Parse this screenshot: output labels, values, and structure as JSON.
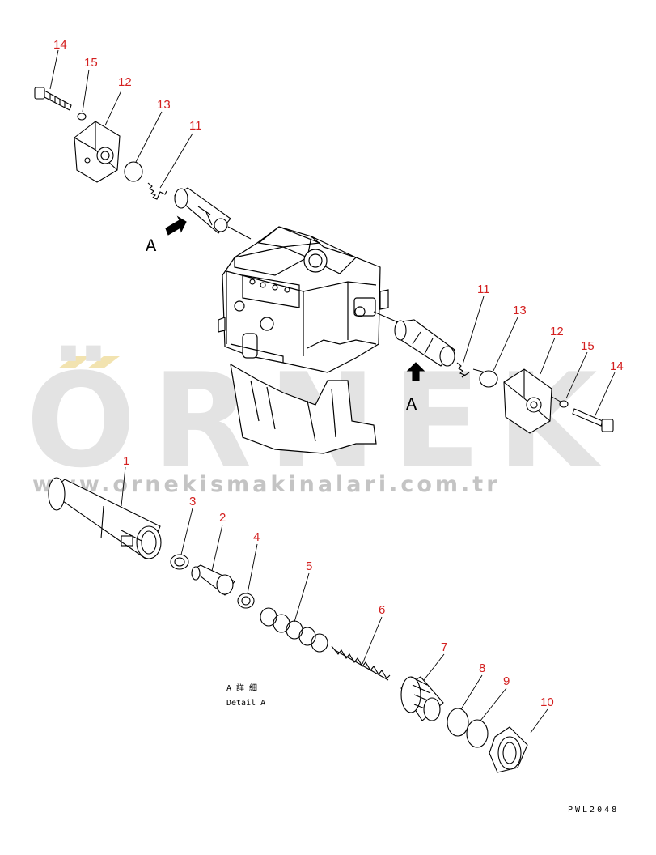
{
  "watermark": {
    "brand": "ÖRNEK",
    "url": "www.ornekismakinalari.com.tr"
  },
  "detail": {
    "japanese": "A 詳 細",
    "english": "Detail A"
  },
  "view_letters": {
    "upper": "A",
    "right": "A"
  },
  "drawing_code": "PWL2048",
  "callouts": {
    "c14_top": "14",
    "c15_top": "15",
    "c12_top": "12",
    "c13_top": "13",
    "c11_top": "11",
    "c11_right": "11",
    "c13_right": "13",
    "c12_right": "12",
    "c15_right": "15",
    "c14_right": "14",
    "c1": "1",
    "c2": "2",
    "c3": "3",
    "c4": "4",
    "c5": "5",
    "c6": "6",
    "c7": "7",
    "c8": "8",
    "c9": "9",
    "c10": "10"
  },
  "colors": {
    "callout": "#d42020",
    "line": "#000000",
    "watermark": "#e3e3e3",
    "watermark_accent": "#f2e3b0"
  }
}
